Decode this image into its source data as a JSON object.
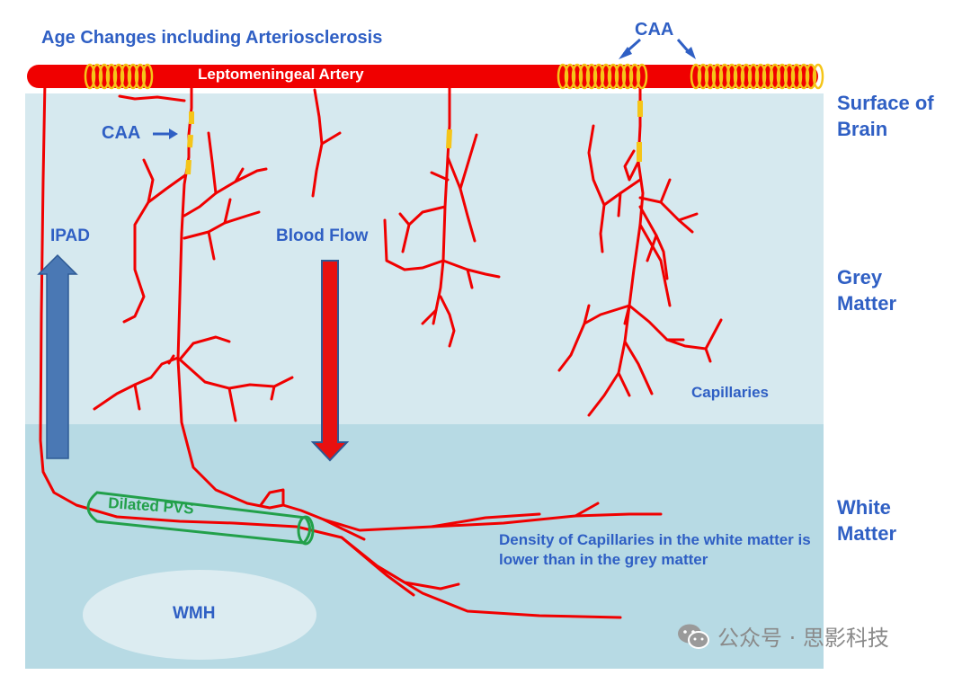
{
  "title": "Age Changes including Arteriosclerosis",
  "artery_label": "Leptomeningeal Artery",
  "caa_top": "CAA",
  "caa_left": "CAA",
  "regions": {
    "surface": [
      "Surface of",
      "Brain"
    ],
    "grey": [
      "Grey",
      "Matter"
    ],
    "white": [
      "White",
      "Matter"
    ]
  },
  "ipad_label": "IPAD",
  "blood_flow_label": "Blood Flow",
  "capillaries_label": "Capillaries",
  "pvs_label": "Dilated PVS",
  "wmh_label": "WMH",
  "density_note": "Density of Capillaries in the white matter is lower than in the grey matter",
  "watermark": "公众号 · 思影科技",
  "colors": {
    "grey_matter": "#d6e9ef",
    "white_matter": "#b7dae4",
    "artery": "#f00000",
    "caa": "#f5c518",
    "text_blue": "#2f5fc4",
    "pvs_green": "#22a04a",
    "ipad_arrow": "#4a78b4"
  },
  "icons": [
    "wechat-icon"
  ]
}
